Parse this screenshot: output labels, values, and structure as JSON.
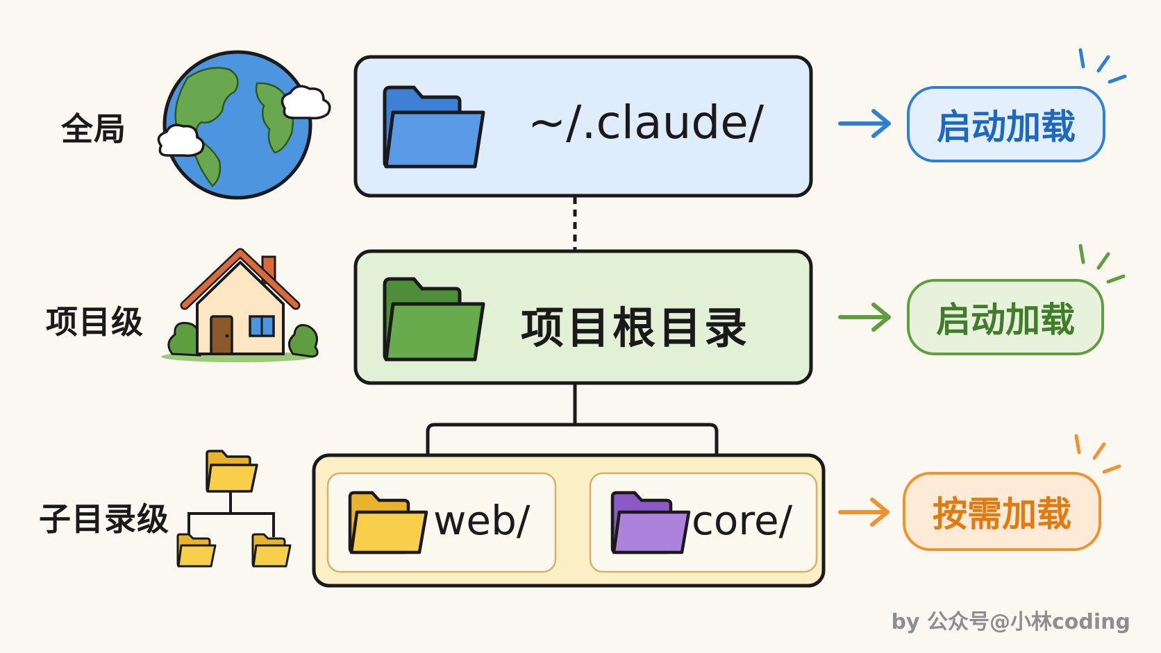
{
  "levels": {
    "global": "全局",
    "project": "项目级",
    "subdir": "子目录级"
  },
  "boxes": {
    "global_path": "~/.claude/",
    "project_root": "项目根目录",
    "sub_web": "web/",
    "sub_core": "core/"
  },
  "badges": {
    "global": "启动加载",
    "project": "启动加载",
    "subdir": "按需加载"
  },
  "credit": "by 公众号@小林coding",
  "colors": {
    "blue": "#2f7fd6",
    "green": "#5e9e3e",
    "orange": "#f0922e",
    "purple": "#9a6cd0",
    "yellow": "#f4c443"
  },
  "icons": {
    "global": "globe-icon",
    "project": "house-icon",
    "subdir": "folder-tree-icon"
  }
}
